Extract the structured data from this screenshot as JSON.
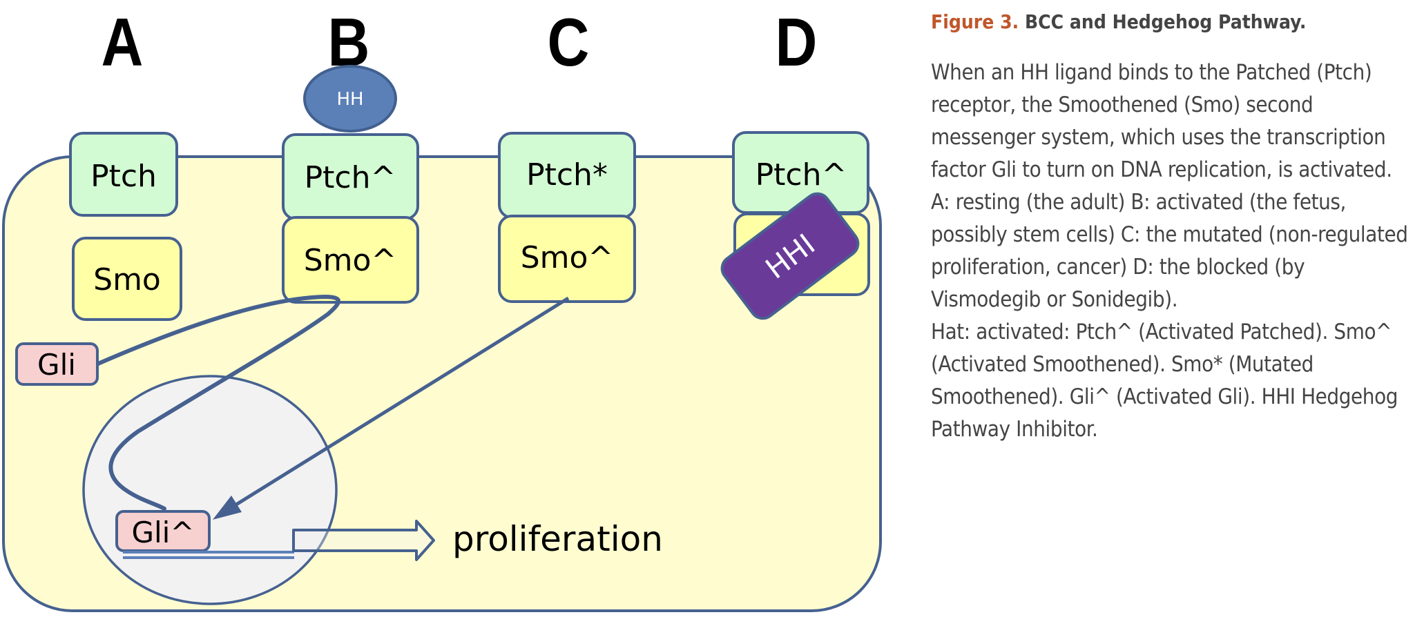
{
  "diagram": {
    "columns": [
      {
        "letter": "A",
        "ptch": "Ptch",
        "smo": "Smo"
      },
      {
        "letter": "B",
        "ptch": "Ptch^",
        "smo": "Smo^",
        "ligand": "HH"
      },
      {
        "letter": "C",
        "ptch": "Ptch*",
        "smo": "Smo^"
      },
      {
        "letter": "D",
        "ptch": "Ptch^",
        "smo": "",
        "inhibitor": "HHI"
      }
    ],
    "gli_label": "Gli",
    "gli_active_label": "Gli^",
    "outcome_label": "proliferation",
    "colors": {
      "cell_fill": "#fffdd0",
      "outline": "#466190",
      "ptch_fill": "#d3fbd3",
      "smo_fill": "#ffffa6",
      "gli_fill": "#f7d0d0",
      "nucleus_fill": "#f2f2f2",
      "hh_fill": "#5b80b8",
      "hhi_fill": "#6a3a99",
      "dna": "#5b80b8"
    }
  },
  "caption": {
    "figure_number": "Figure 3.",
    "title": "BCC and Hedgehog Pathway.",
    "paragraphs": [
      "When an HH ligand binds to the Patched (Ptch) receptor, the Smoothened (Smo) second messenger system, which uses the transcription factor Gli to turn on DNA repli­cation, is activated.",
      "A: resting (the adult) B: activated (the fetus, possibly stem cells) C: the mutated (non-re­gulated proliferation, cancer) D: the blocked (by Vismodegib or Sonidegib).",
      "Hat: activated: Ptch^ (Activated Patched). Smo^ (Activated Smoothened). Smo* (Mu­tated Smoothened). Gli^ (Activated Gli). HHI Hedgehog Pathway Inhibitor."
    ]
  }
}
